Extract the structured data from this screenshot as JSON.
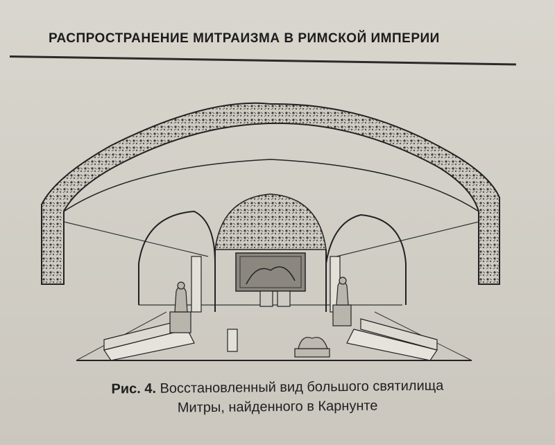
{
  "header": {
    "running_head": "РАСПРОСТРАНЕНИЕ МИТРАИЗМА В РИМСКОЙ ИМПЕРИИ"
  },
  "figure": {
    "illustration": "reconstructed-sanctuary-drawing"
  },
  "caption": {
    "label": "Рис. 4.",
    "line1_text": "Восстановленный вид большого святилища",
    "line2_text": "Митры, найденного в Карнунте"
  },
  "colors": {
    "paper": "#d6d3cb",
    "ink": "#1f1f1f"
  }
}
